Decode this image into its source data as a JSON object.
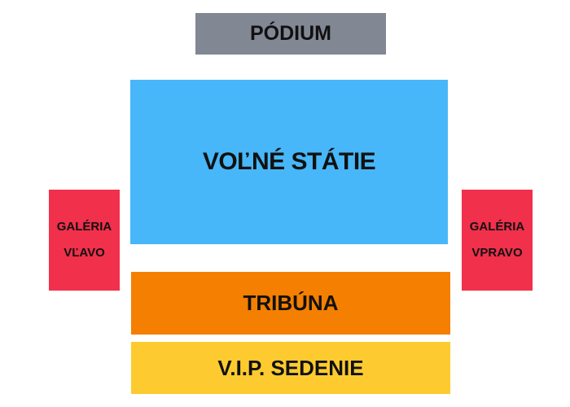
{
  "stage": {
    "label": "PÓDIUM",
    "color": "#828794"
  },
  "standing": {
    "label": "VOĽNÉ STÁTIE",
    "color": "#47b7f9"
  },
  "gallery_left": {
    "line1": "GALÉRIA",
    "line2": "VĽAVO",
    "color": "#f1304b"
  },
  "gallery_right": {
    "line1": "GALÉRIA",
    "line2": "VPRAVO",
    "color": "#f1304b"
  },
  "tribune": {
    "label": "TRIBÚNA",
    "color": "#f57f00"
  },
  "vip": {
    "label": "V.I.P. SEDENIE",
    "color": "#fdcb2f"
  }
}
